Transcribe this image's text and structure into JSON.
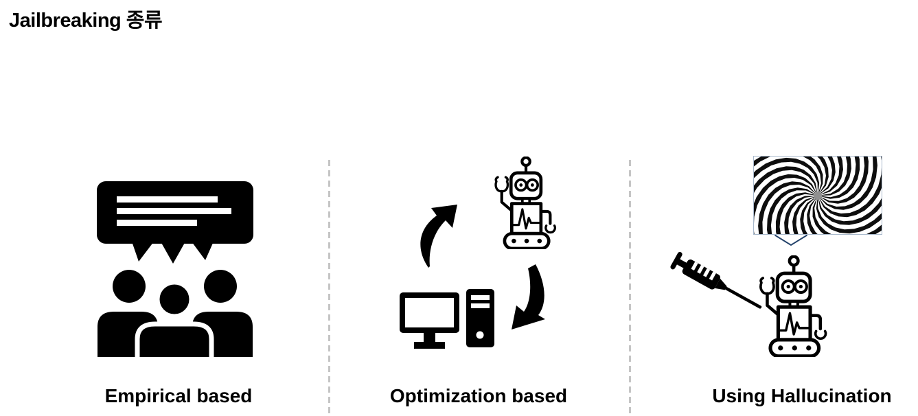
{
  "title": "Jailbreaking 종류",
  "columns": [
    {
      "label": "Empirical based",
      "icon": "group-discussion-icon"
    },
    {
      "label": "Optimization based",
      "icon": "computer-robot-cycle-icon"
    },
    {
      "label": "Using Hallucination",
      "icon": "spiral-syringe-robot-icon"
    }
  ],
  "colors": {
    "background": "#ffffff",
    "icon": "#000000",
    "divider": "#c5c5c5",
    "callout_arrow": "#24436b",
    "spiral_border": "#a9b9cc",
    "spiral_center": "#909090"
  }
}
